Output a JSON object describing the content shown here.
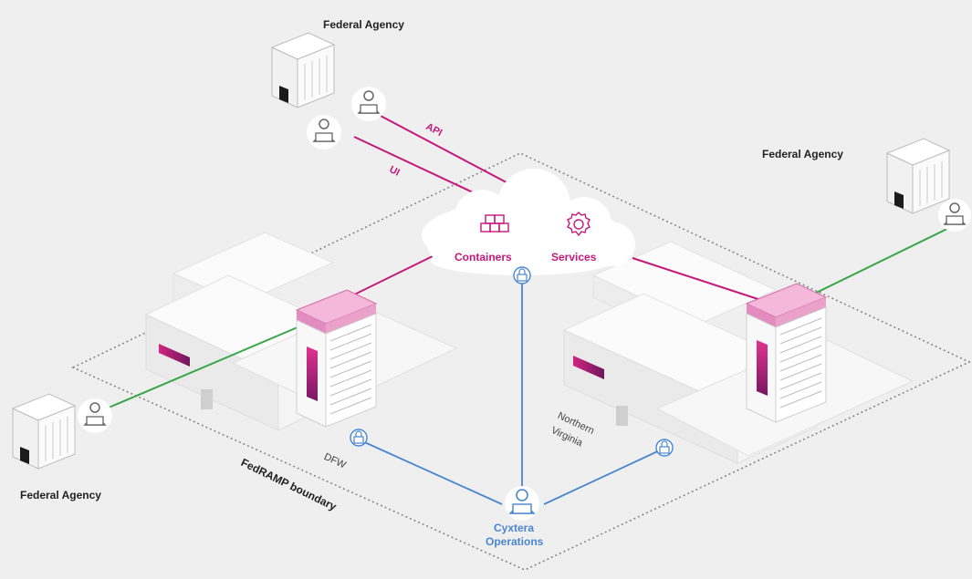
{
  "agencies": {
    "top_label": "Federal Agency",
    "right_label": "Federal Agency",
    "left_label": "Federal Agency"
  },
  "links": {
    "api_label": "API",
    "ui_label": "UI"
  },
  "cloud": {
    "containers_label": "Containers",
    "services_label": "Services"
  },
  "sites": {
    "dfw_label": "DFW",
    "nova_label_line1": "Northern",
    "nova_label_line2": "Virginia"
  },
  "boundary": {
    "label": "FedRAMP boundary"
  },
  "operations": {
    "line1": "Cyxtera",
    "line2": "Operations"
  },
  "colors": {
    "accent_pink": "#c4187b",
    "ops_blue": "#4a86cf",
    "link_green": "#3aa64a",
    "background": "#efefef"
  }
}
